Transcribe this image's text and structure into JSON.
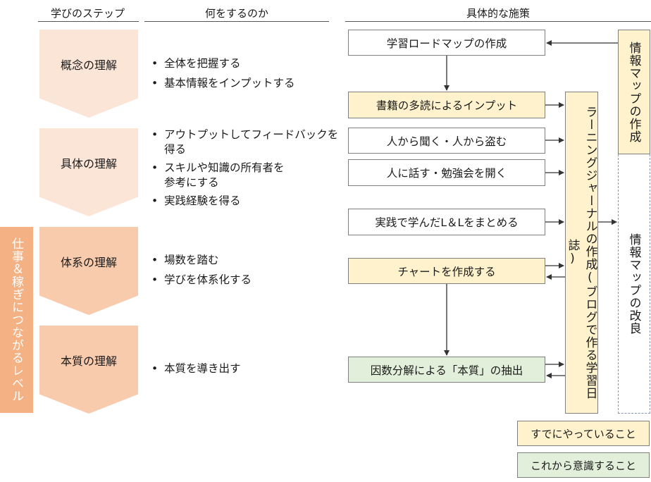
{
  "headers": {
    "steps": "学びのステップ",
    "what": "何をするのか",
    "measures": "具体的な施策"
  },
  "left_bar": "仕事＆稼ぎにつながるレベル",
  "steps": [
    {
      "label": "概念の理解"
    },
    {
      "label": "具体の理解"
    },
    {
      "label": "体系の理解"
    },
    {
      "label": "本質の理解"
    }
  ],
  "bullets": [
    [
      "全体を把握する",
      "基本情報をインプットする"
    ],
    [
      "アウトプットしてフィードバックを\n得る",
      "スキルや知識の所有者を\n参考にする",
      "実践経験を得る"
    ],
    [
      "場数を踏む",
      "学びを体系化する"
    ],
    [
      "本質を導き出す"
    ]
  ],
  "bullet_char": "•",
  "measures": [
    {
      "label": "学習ロードマップの作成",
      "status": "none"
    },
    {
      "label": "書籍の多読によるインプット",
      "status": "done"
    },
    {
      "label": "人から聞く・人から盗む",
      "status": "none"
    },
    {
      "label": "人に話す・勉強会を開く",
      "status": "none"
    },
    {
      "label": "実践で学んだL＆Lをまとめる",
      "status": "none"
    },
    {
      "label": "チャートを作成する",
      "status": "done"
    },
    {
      "label": "因数分解による「本質」の抽出",
      "status": "todo"
    }
  ],
  "journal": "ラーニングジャーナルの作成(ブログで作る学習日誌)",
  "map_create": "情報マップの作成",
  "map_improve": "情報マップの改良",
  "legend": {
    "done": "すでにやっていること",
    "todo": "これから意識すること"
  },
  "colors": {
    "done": "#fff2cc",
    "todo": "#e2efda",
    "chevron_light": "#fbe5d7",
    "chevron_dark": "#f8cbad",
    "level_bar": "#f4b183"
  }
}
